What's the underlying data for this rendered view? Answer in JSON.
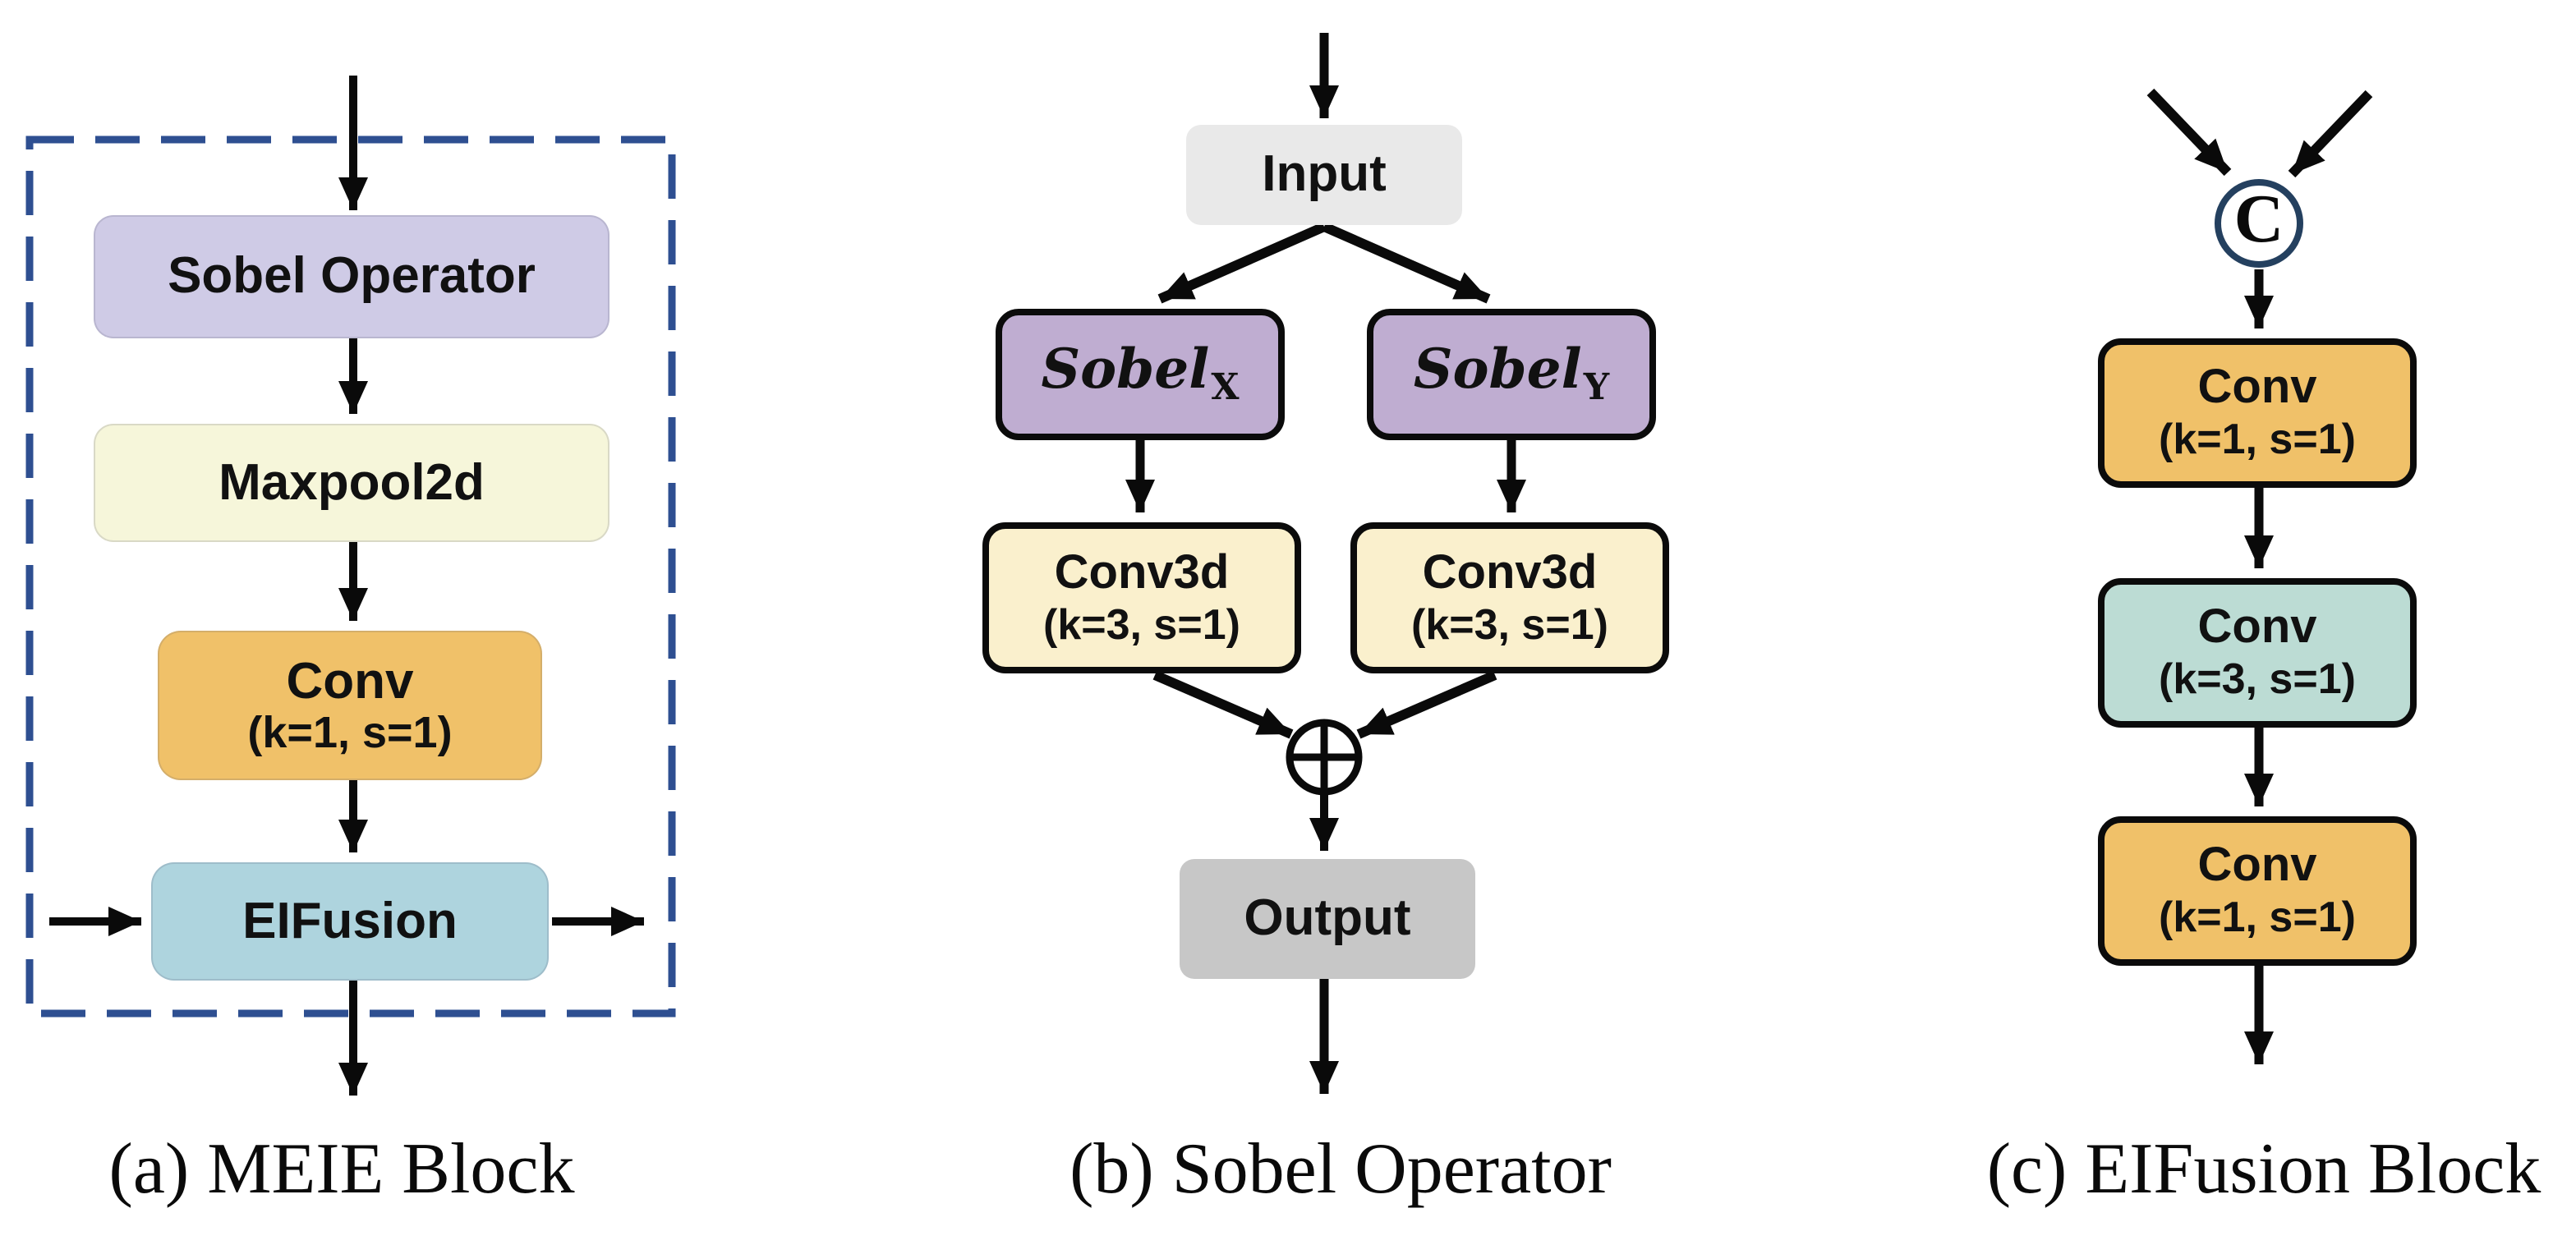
{
  "figure": {
    "panels": [
      {
        "id": "meie",
        "caption": "(a) MEIE Block",
        "nodes": [
          {
            "label": "Sobel Operator"
          },
          {
            "label": "Maxpool2d"
          },
          {
            "label": "Conv",
            "params": "(k=1, s=1)"
          },
          {
            "label": "EIFusion"
          }
        ]
      },
      {
        "id": "sobel",
        "caption": "(b) Sobel Operator",
        "sum_symbol": "⊕",
        "nodes": [
          {
            "label": "Input"
          },
          {
            "base": "Sobel",
            "sub": "X"
          },
          {
            "base": "Sobel",
            "sub": "Y"
          },
          {
            "label": "Conv3d",
            "params": "(k=3, s=1)"
          },
          {
            "label": "Conv3d",
            "params": "(k=3, s=1)"
          },
          {
            "label": "Output"
          }
        ]
      },
      {
        "id": "eifusion",
        "caption": "(c) EIFusion Block",
        "concat_symbol": "C",
        "nodes": [
          {
            "label": "Conv",
            "params": "(k=1, s=1)"
          },
          {
            "label": "Conv",
            "params": "(k=3, s=1)"
          },
          {
            "label": "Conv",
            "params": "(k=1, s=1)"
          }
        ]
      }
    ],
    "colors": {
      "lavender": "#cfcbe6",
      "pale_yellow": "#f6f6da",
      "amber": "#f0c169",
      "light_blue": "#aed4de",
      "purple": "#bfadd1",
      "cream": "#faf0cd",
      "teal": "#bcdcd4",
      "gray_light": "#e9e9e9",
      "gray_mid": "#c7c7c7",
      "dashed_border_blue": "#2e4f91",
      "concat_circle_navy": "#24405f",
      "arrow_black": "#0a0a0a"
    }
  }
}
